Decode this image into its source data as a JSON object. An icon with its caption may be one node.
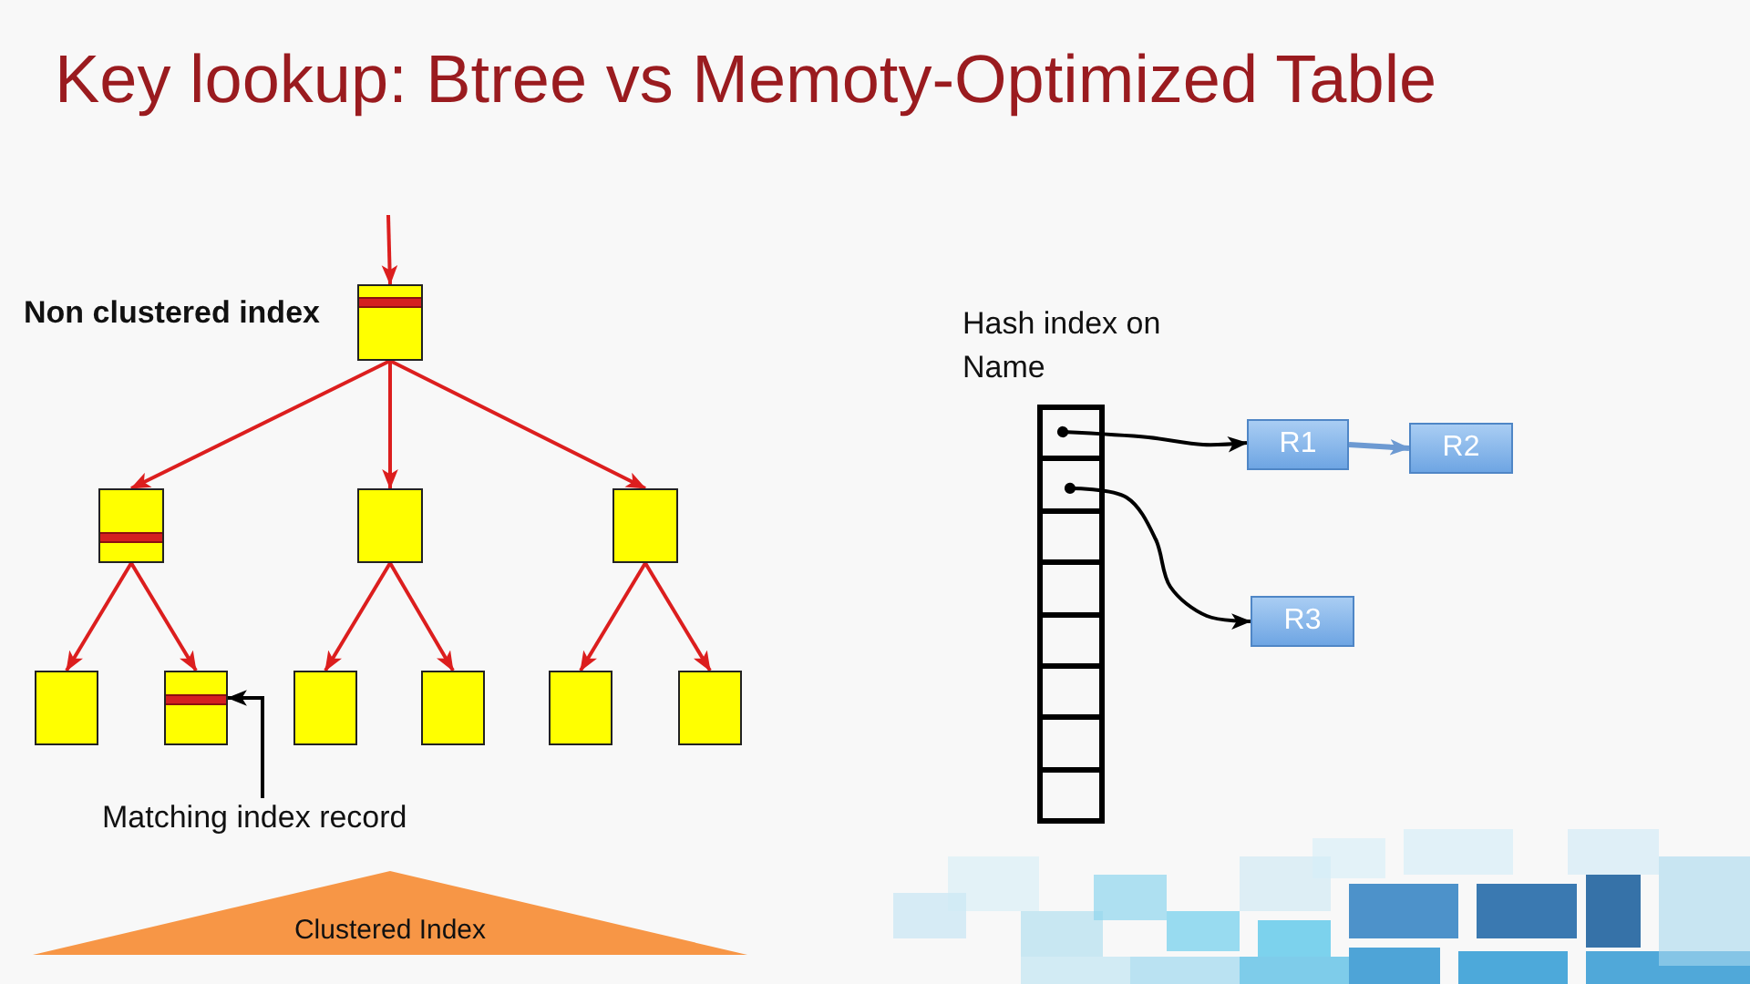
{
  "diagram": {
    "title": "Key lookup: Btree vs Memoty-Optimized Table",
    "nodes": [
      {
        "text": [],
        "shape": "box"
      },
      {
        "text": [],
        "shape": "box"
      },
      {
        "text": [],
        "shape": "box"
      },
      {
        "text": [],
        "shape": "box"
      },
      {
        "text": [],
        "shape": "box"
      },
      {
        "text": [],
        "shape": "box"
      },
      {
        "text": [],
        "shape": "box"
      },
      {
        "text": [],
        "shape": "box"
      },
      {
        "text": [],
        "shape": "box"
      },
      {
        "text": [],
        "shape": "box"
      },
      {
        "text": [
          "Matching index record"
        ]
      },
      {
        "text": [
          "Clustered Index"
        ]
      },
      {
        "text": [],
        "shape": "box"
      },
      {
        "text": [],
        "shape": "box"
      },
      {
        "text": [],
        "shape": "box"
      },
      {
        "text": [],
        "shape": "box"
      },
      {
        "text": [],
        "shape": "box"
      },
      {
        "text": [],
        "shape": "box"
      },
      {
        "text": [],
        "shape": "box"
      },
      {
        "text": [],
        "shape": "box"
      },
      {
        "text": [
          "R1"
        ]
      },
      {
        "text": [
          "R2"
        ]
      },
      {
        "text": [
          "R3"
        ]
      }
    ],
    "edges": [
      {
        "from": null,
        "to": 0,
        "arrow": "to"
      },
      {
        "from": 0,
        "to": 1,
        "arrow": "to"
      },
      {
        "from": 0,
        "to": 2,
        "arrow": "to"
      },
      {
        "from": 0,
        "to": 3,
        "arrow": "to"
      },
      {
        "from": 1,
        "to": 4,
        "arrow": "to"
      },
      {
        "from": 1,
        "to": 5,
        "arrow": "to"
      },
      {
        "from": 2,
        "to": 6,
        "arrow": "to"
      },
      {
        "from": 2,
        "to": 7,
        "arrow": "to"
      },
      {
        "from": 3,
        "to": 8,
        "arrow": "to"
      },
      {
        "from": 3,
        "to": 9,
        "arrow": "to"
      },
      {
        "from": 10,
        "to": 5,
        "arrow": "to",
        "color": "#000000"
      },
      {
        "from": 12,
        "to": 20,
        "arrow": "to",
        "color": "#000000"
      },
      {
        "from": 13,
        "to": 22,
        "arrow": "to",
        "color": "#000000"
      },
      {
        "from": 20,
        "to": 21,
        "arrow": "to",
        "color": "#6d9ad2"
      }
    ],
    "labels": [
      "Non clustered index",
      "Hash index on Name"
    ]
  }
}
